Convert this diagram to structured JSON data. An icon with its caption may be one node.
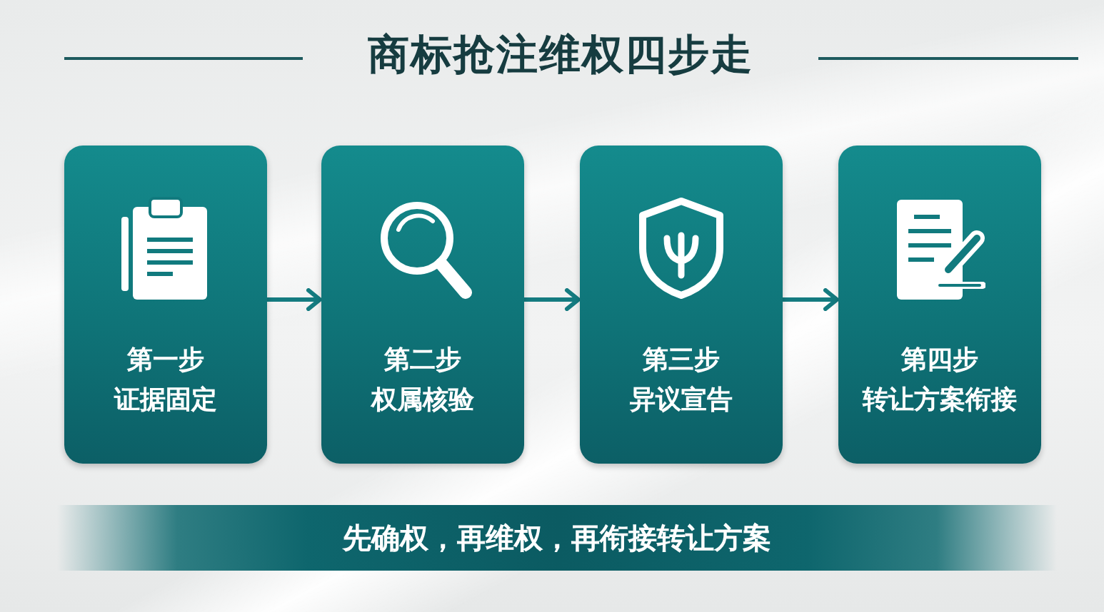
{
  "diagram": {
    "title": "商标抢注维权四步走",
    "nodes": [
      {
        "text": [
          "第一步",
          "证据固定"
        ]
      },
      {
        "text": [
          "第二步",
          "权属核验"
        ]
      },
      {
        "text": [
          "第三步",
          "异议宣告"
        ]
      },
      {
        "text": [
          "第四步",
          "转让方案衔接"
        ]
      },
      {
        "text": [
          "先确权，再维权，再衔接转让方案"
        ]
      }
    ],
    "edges": [
      {
        "from": 0,
        "to": 1,
        "arrow": "to"
      },
      {
        "from": 1,
        "to": 2,
        "arrow": "to"
      },
      {
        "from": 2,
        "to": 3,
        "arrow": "to"
      }
    ]
  }
}
